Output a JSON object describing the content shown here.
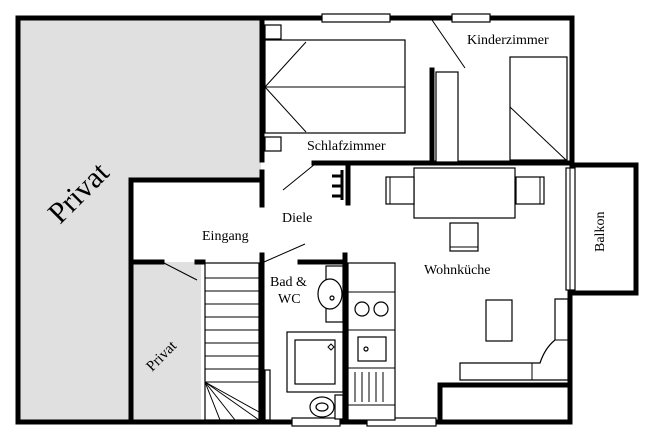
{
  "plan": {
    "rooms": {
      "privat_large": "Privat",
      "privat_small": "Privat",
      "kinderzimmer": "Kinderzimmer",
      "schlafzimmer": "Schlafzimmer",
      "diele": "Diele",
      "eingang": "Eingang",
      "wohnkueche": "Wohnküche",
      "balkon": "Balkon",
      "bad_line1": "Bad &",
      "bad_line2": "WC"
    },
    "colors": {
      "private_area": "#e0e0e0",
      "walls": "#000000"
    }
  }
}
